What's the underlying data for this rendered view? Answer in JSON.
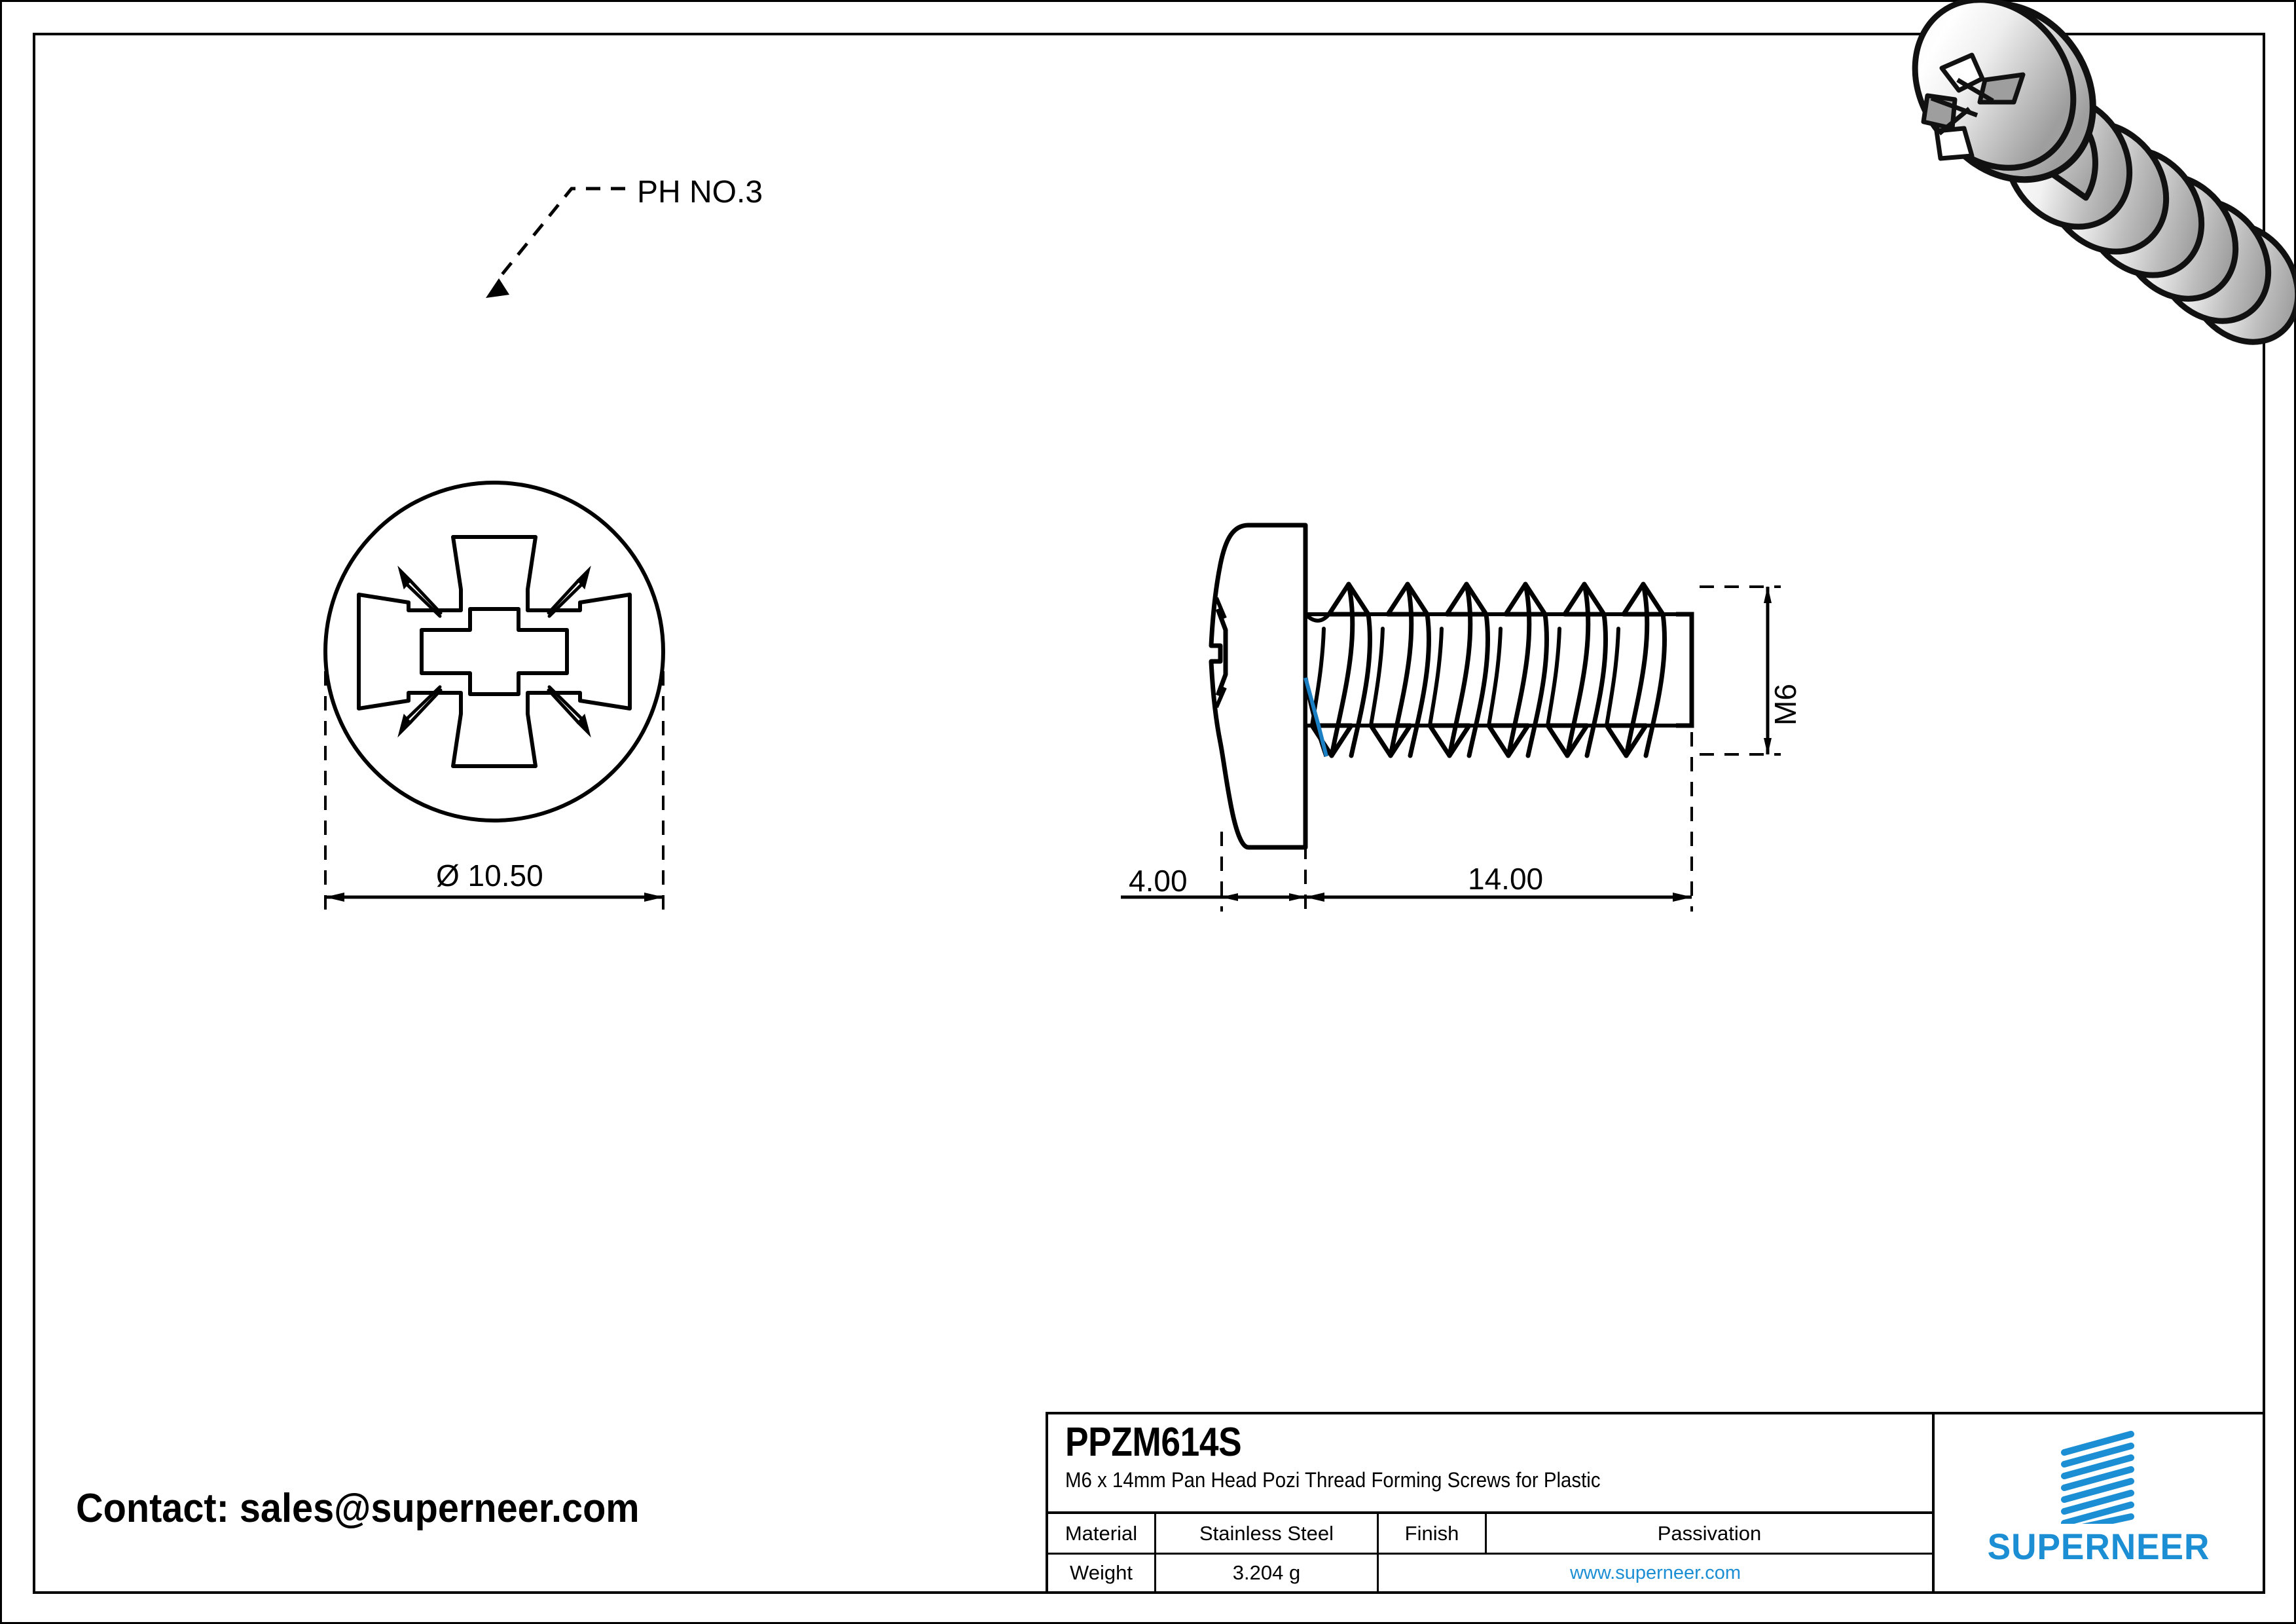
{
  "document": {
    "type": "engineering-drawing",
    "background": "#ffffff",
    "line_color": "#000000",
    "accent_color": "#1b8ed4"
  },
  "annotations": {
    "drive_callout": "PH NO.3",
    "head_diameter": "Ø 10.50",
    "head_height": "4.00",
    "thread_length": "14.00",
    "thread_size": "M6"
  },
  "contact": {
    "text": "Contact: sales@superneer.com"
  },
  "title_block": {
    "part_number": "PPZM614S",
    "description": "M6 x 14mm Pan Head Pozi Thread Forming Screws for Plastic",
    "rows": [
      {
        "label": "Material",
        "value": "Stainless Steel",
        "label2": "Finish",
        "value2": "Passivation"
      },
      {
        "label": "Weight",
        "value": "3.204 g",
        "website": "www.superneer.com"
      }
    ]
  },
  "brand": {
    "name": "SUPERNEER",
    "logo_color": "#1b8ed4",
    "logo_stripe_count": 8
  },
  "views": {
    "front_view": {
      "name": "head-front-view",
      "feature": "pozidriv-cross-recess"
    },
    "side_view": {
      "name": "screw-side-view",
      "feature": "pan-head-with-thread-forming-threads",
      "thread_turns": 6
    },
    "isometric_view": {
      "name": "screw-3d-render",
      "feature": "isometric-pan-head-pozi-screw"
    }
  }
}
